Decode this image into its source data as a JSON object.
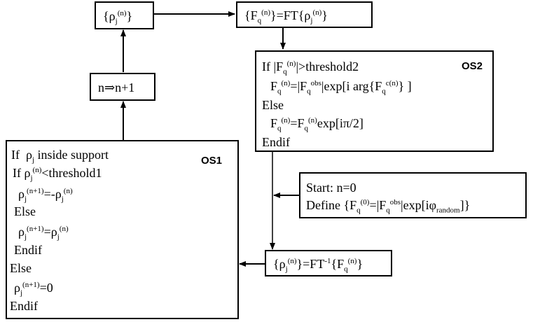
{
  "box_rho": {
    "text": "{ρj(n)}"
  },
  "box_ft": {
    "text": "{Fq(n)}=FT{ρj(n)}"
  },
  "box_incr": {
    "text": "n⇒n+1"
  },
  "os2": {
    "tag": "OS2",
    "lines": [
      "If |Fq(n)|>threshold2",
      "Fq(n)=|Fqobs|exp[i arg{Fqc(n)} ]",
      "Else",
      "Fq(n)=Fq(n)exp[iπ/2]",
      "Endif"
    ]
  },
  "start": {
    "lines": [
      "Start: n=0",
      "Define {Fq(0)=|Fqobs|exp[iφrandom]}"
    ]
  },
  "box_ift": {
    "text": "{ρj(n)}=FT-1{Fq(n)}"
  },
  "os1": {
    "tag": "OS1",
    "lines": [
      "If ρj inside support",
      "If ρj(n)<threshold1",
      "ρj(n+1)=-ρj(n)",
      "Else",
      "ρj(n+1)=ρj(n)",
      "Endif",
      "Else",
      "ρj(n+1)=0",
      "Endif"
    ]
  }
}
